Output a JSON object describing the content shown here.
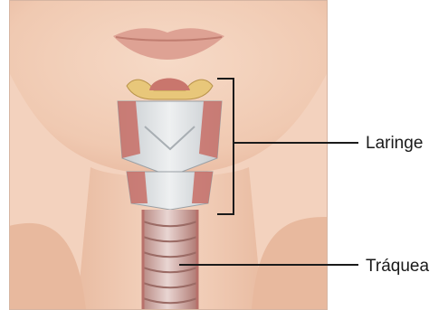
{
  "labels": {
    "larynx": "Laringe",
    "trachea": "Tráquea"
  },
  "colors": {
    "background": "#ffffff",
    "skin": "#f1cdb6",
    "skin_shadow": "#e4b49a",
    "lips": "#d99a8c",
    "cartilage": "#d9dde0",
    "muscle": "#c96a62",
    "leader_line": "#1a1a1a"
  },
  "icons": {
    "illustration": "anatomy-larynx-trachea-illustration"
  }
}
